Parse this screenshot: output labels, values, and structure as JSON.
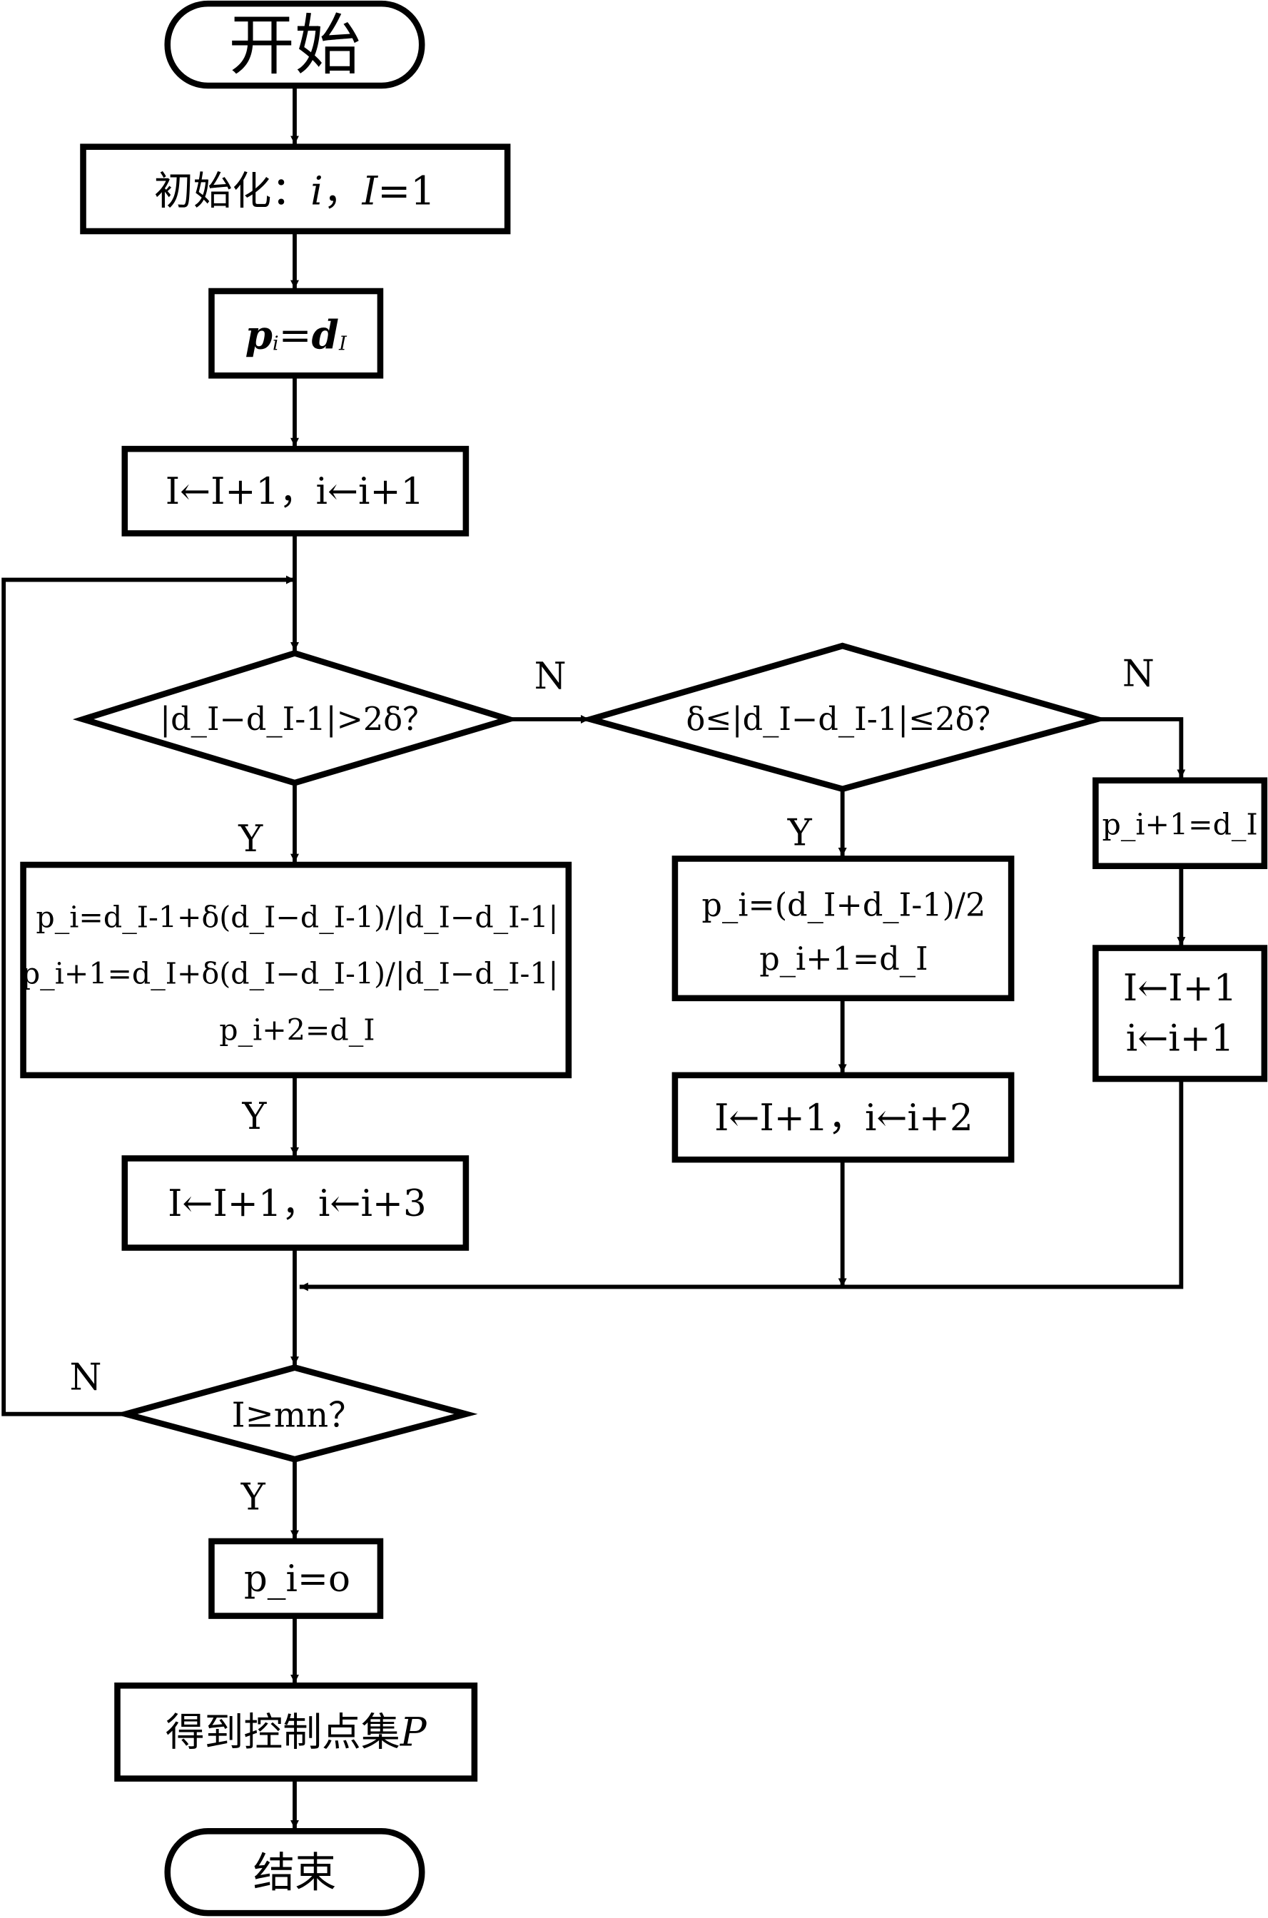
{
  "flowchart": {
    "start": "开始",
    "init": {
      "prefix": "初始化：",
      "i": "i",
      "sep": "，",
      "I": "I",
      "tail": "=1"
    },
    "assign_first": {
      "p": "p",
      "p_sub": "i",
      "eq": "=",
      "d": "d",
      "d_sub": "I"
    },
    "inc_1": {
      "text": "I←I+1，i←i+1"
    },
    "decision_1": {
      "text": "|d_I−d_I-1|>2δ？"
    },
    "decision_2": {
      "text": "δ≤|d_I−d_I-1|≤2δ？"
    },
    "assign_n": {
      "text": "p_i+1=d_I"
    },
    "inc_n": {
      "line1": "I←I+1",
      "line2": "i←i+1"
    },
    "assign_big": {
      "line1": "p_i=d_I-1+δ(d_I−d_I-1)/|d_I−d_I-1|",
      "line2": "p_i+1=d_I+δ(d_I−d_I-1)/|d_I−d_I-1|",
      "line3": "p_i+2=d_I"
    },
    "assign_mid": {
      "line1": "p_i=(d_I+d_I-1)/2",
      "line2": "p_i+1=d_I"
    },
    "inc_3": {
      "text": "I←I+1，i←i+3"
    },
    "inc_2": {
      "text": "I←I+1，i←i+2"
    },
    "decision_3": {
      "text": "I≥mn？"
    },
    "assign_o": {
      "text": "p_i=o"
    },
    "result": {
      "prefix": "得到控制点集",
      "P": "P"
    },
    "end": "结束"
  },
  "edge_labels": {
    "d1_no": "N",
    "d1_yes": "Y",
    "d2_no": "N",
    "d2_yes": "Y",
    "big_yes": "Y",
    "d3_no": "N",
    "d3_yes": "Y"
  }
}
